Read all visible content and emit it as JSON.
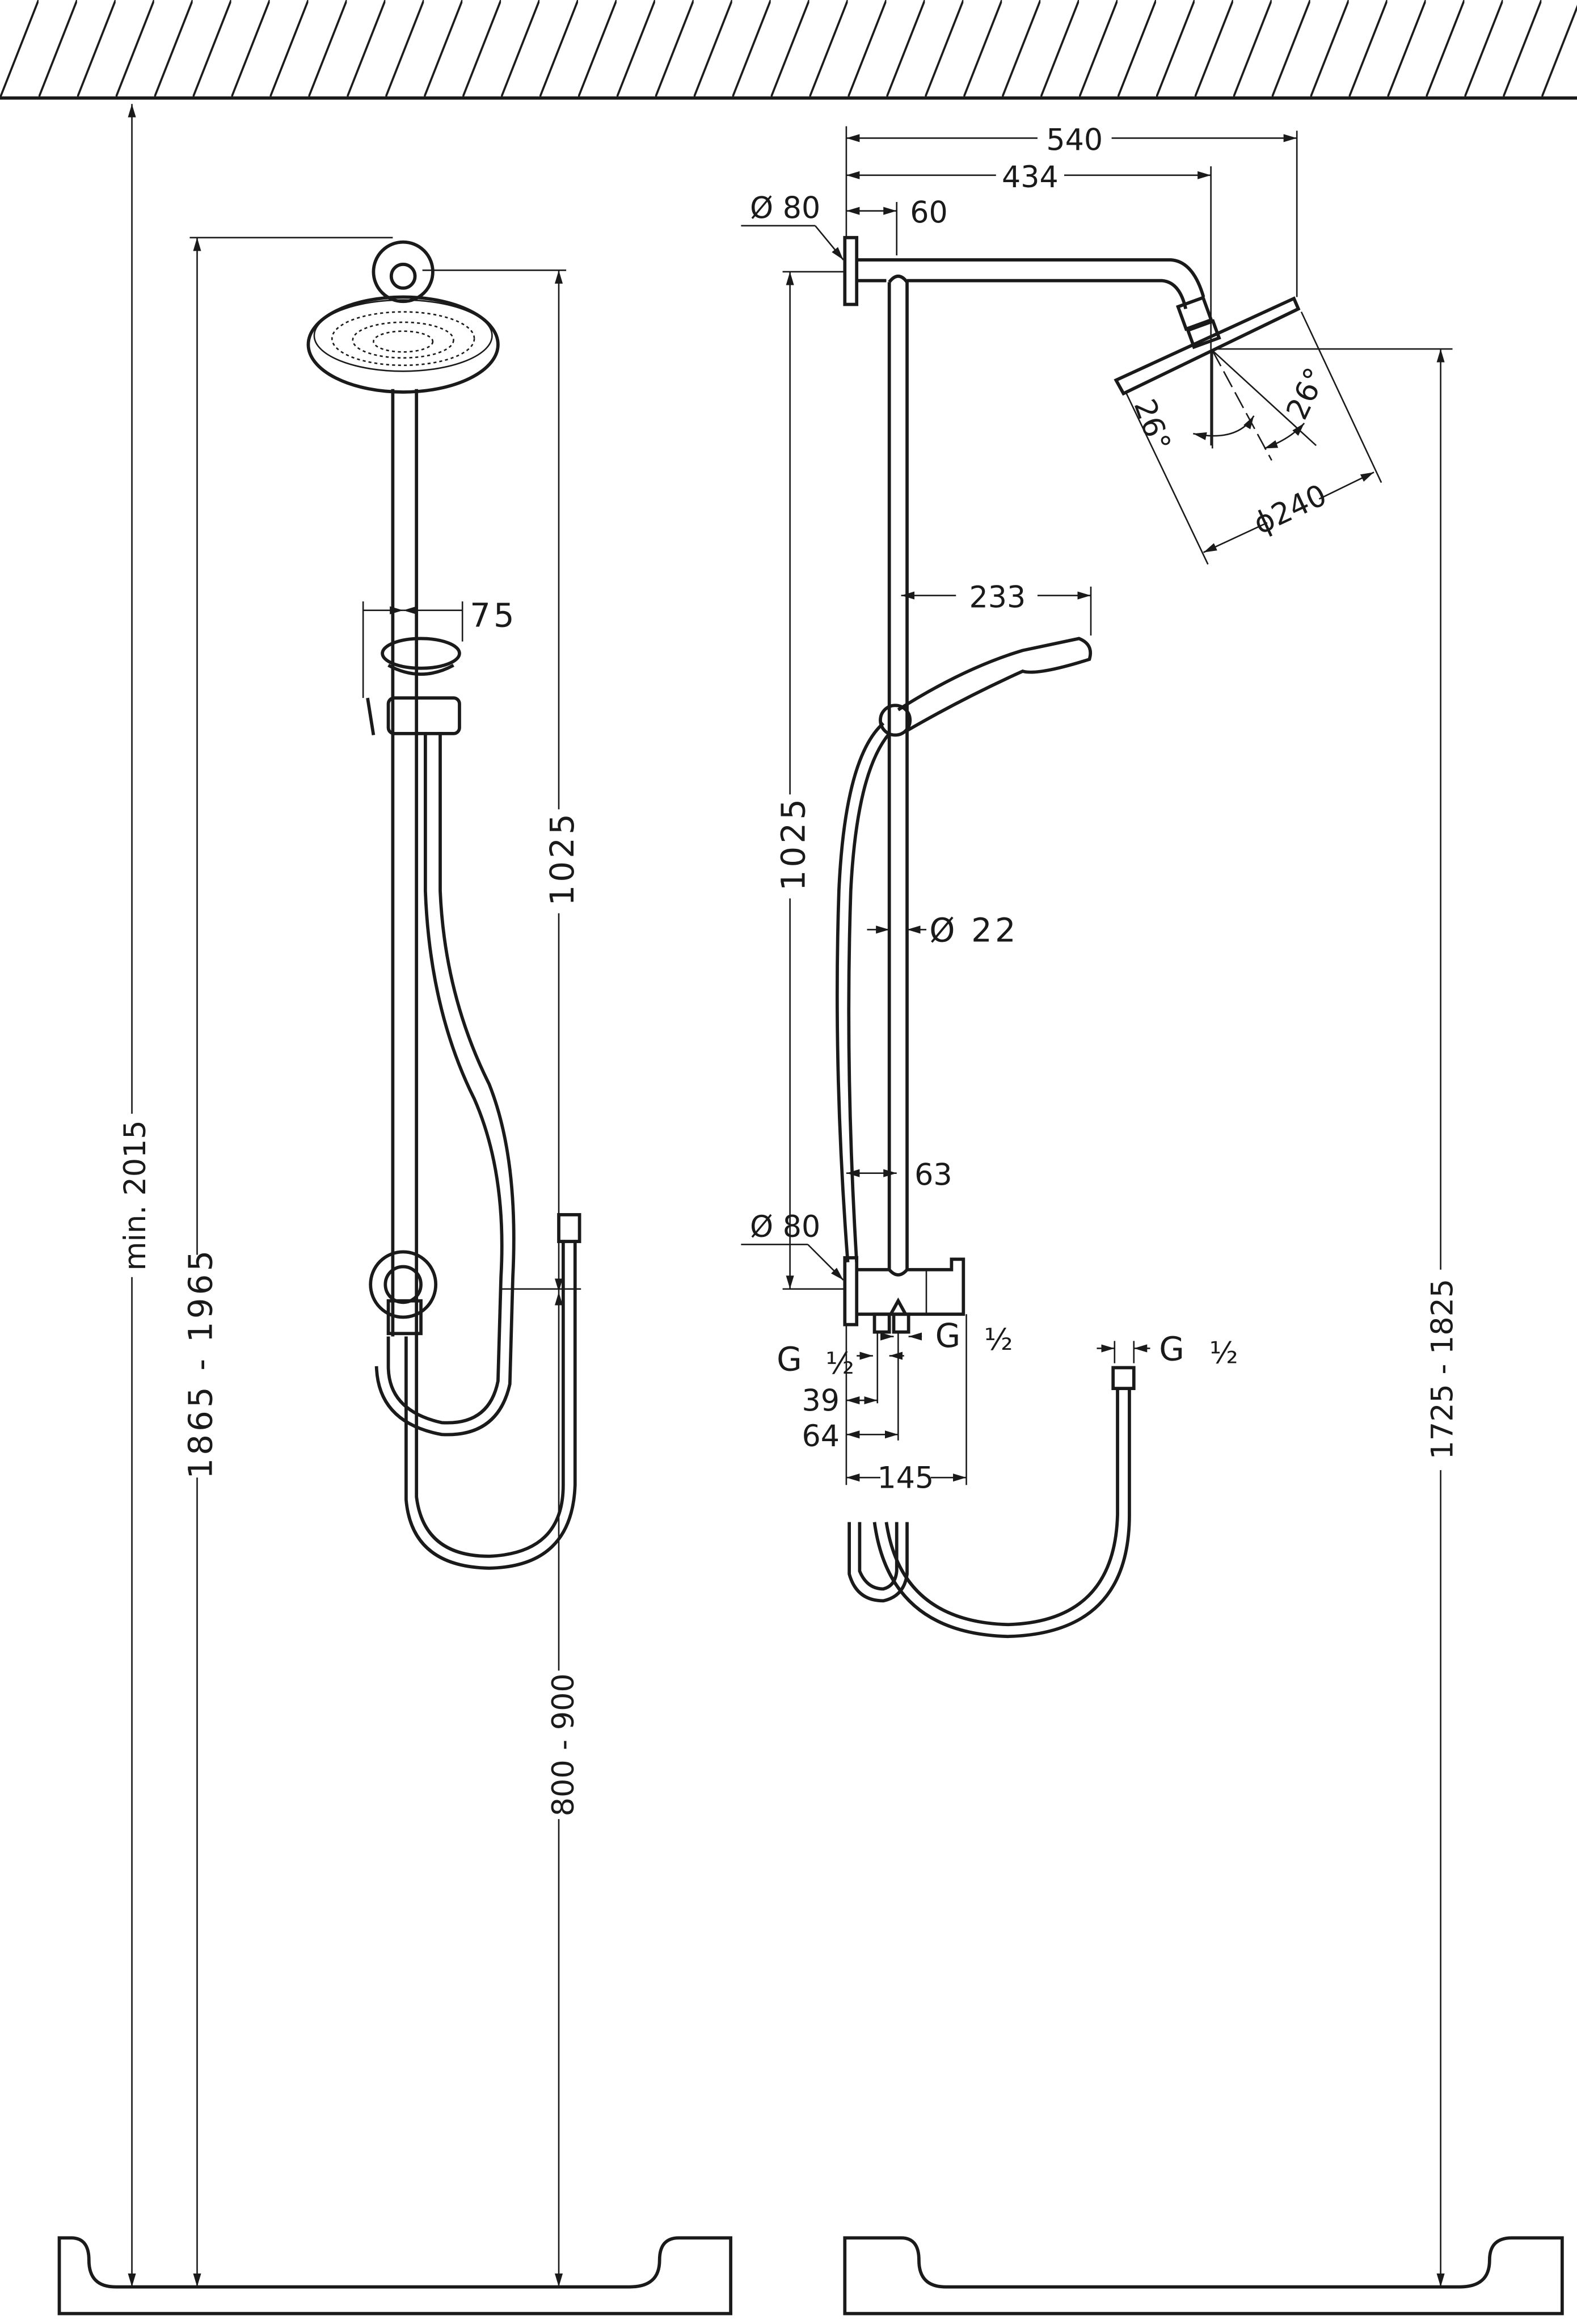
{
  "title": "Shower system dimension drawing",
  "left_view": {
    "dim_total_min": "min. 2015",
    "dim_head_height": "1865 - 1965",
    "dim_rail_length": "1025",
    "dim_bracket_height": "800 - 900",
    "dim_handshower": "75"
  },
  "right_view": {
    "dim_arm_total": "540",
    "dim_arm_to_head": "434",
    "dim_wall_offset": "60",
    "dim_plate_top": "Ø 80",
    "dim_plate_bottom": "Ø 80",
    "dim_angle_left": "26°",
    "dim_angle_right": "26°",
    "dim_head_diameter": "ϕ240",
    "dim_handshower_reach": "233",
    "dim_rail_length": "1025",
    "dim_rod_diameter": "Ø  22",
    "dim_rod_offset": "63",
    "dim_outlet_1": "39",
    "dim_outlet_2": "64",
    "dim_body_width": "145",
    "dim_head_height": "1725 - 1825",
    "thread_left_g": "G",
    "thread_left_size": "½",
    "thread_right_g": "G",
    "thread_right_size": "½",
    "thread_hose_g": "G",
    "thread_hose_size": "½"
  },
  "colors": {
    "line": "#1a1a1a",
    "background": "#ffffff"
  }
}
